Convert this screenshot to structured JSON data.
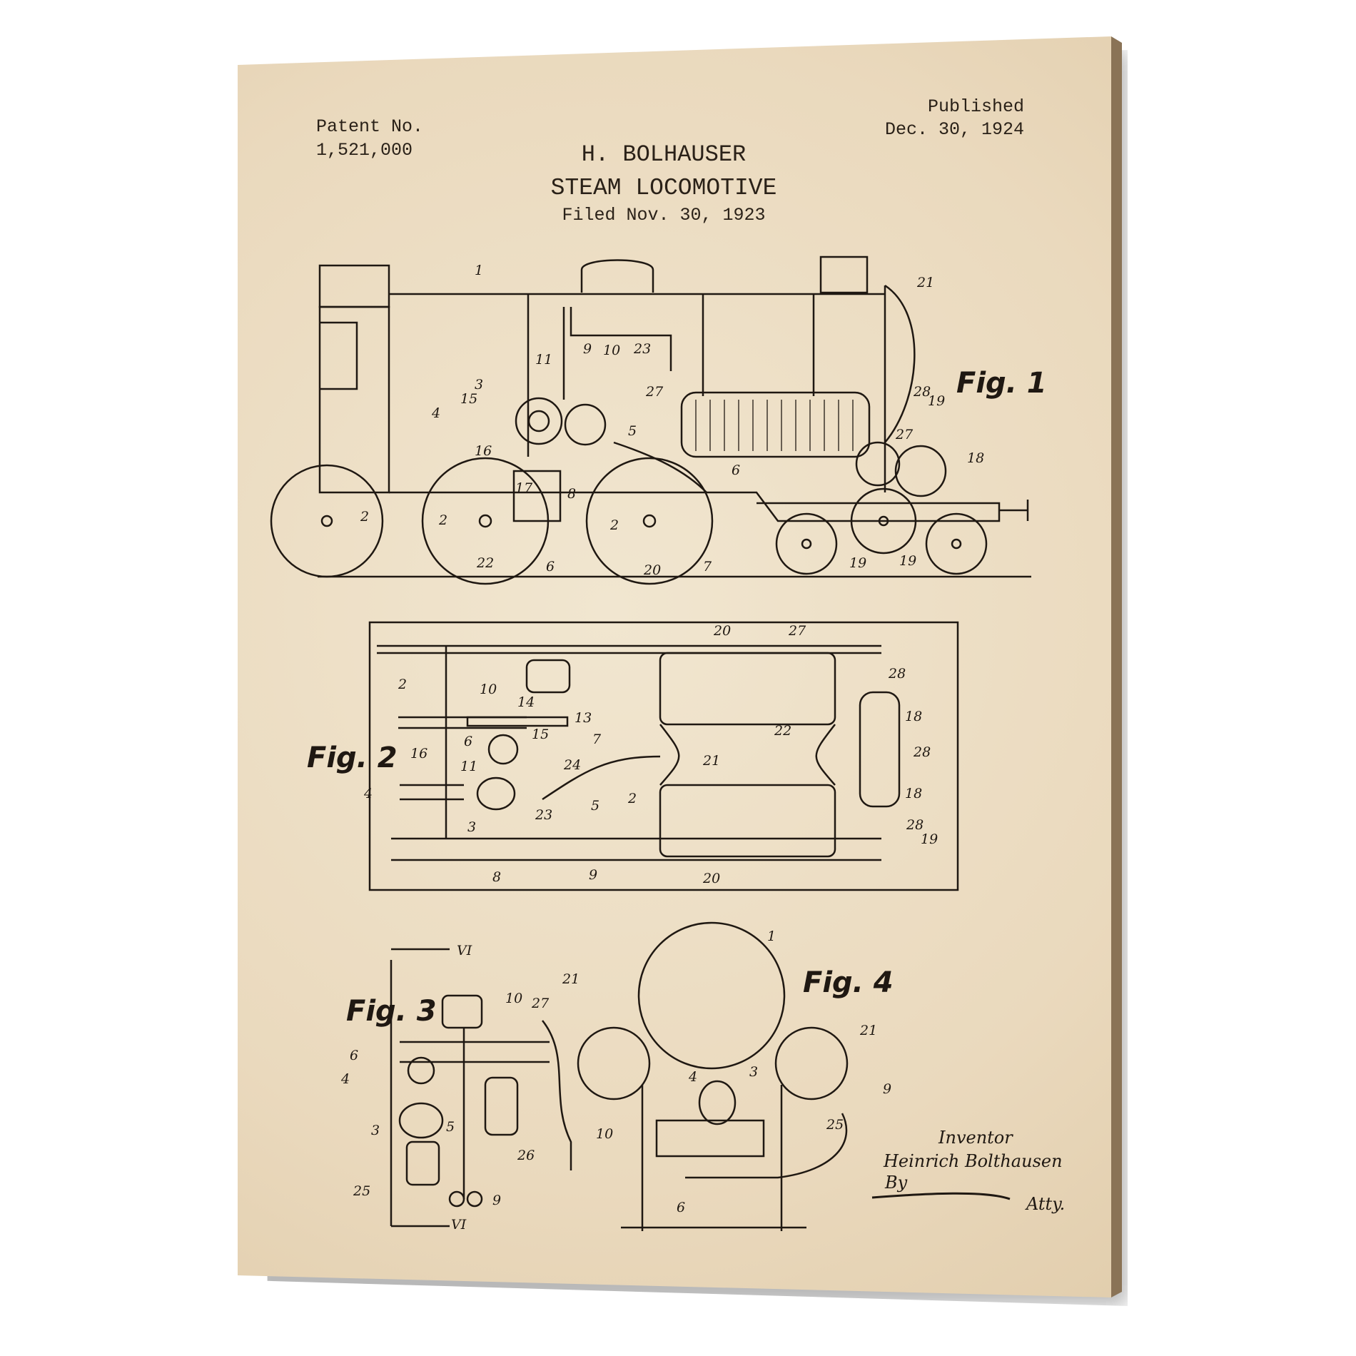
{
  "header": {
    "patent_label": "Patent No.",
    "patent_number": "1,521,000",
    "published_label": "Published",
    "published_date": "Dec. 30, 1924",
    "inventor": "H. BOLHAUSER",
    "invention": "STEAM LOCOMOTIVE",
    "filed": "Filed Nov. 30, 1923"
  },
  "figures": {
    "fig1": "Fig. 1",
    "fig2": "Fig. 2",
    "fig3": "Fig. 3",
    "fig4": "Fig. 4"
  },
  "reference_numerals": {
    "fig1": [
      "1",
      "21",
      "9",
      "10",
      "23",
      "11",
      "3",
      "15",
      "4",
      "16",
      "27",
      "5",
      "28",
      "19",
      "27",
      "18",
      "6",
      "17",
      "8",
      "2",
      "2",
      "2",
      "22",
      "6",
      "20",
      "7",
      "19",
      "19"
    ],
    "fig2": [
      "20",
      "27",
      "28",
      "2",
      "10",
      "14",
      "13",
      "18",
      "6",
      "15",
      "7",
      "22",
      "28",
      "16",
      "11",
      "24",
      "21",
      "4",
      "3",
      "5",
      "2",
      "23",
      "18",
      "28",
      "19",
      "8",
      "9",
      "20"
    ],
    "fig3": [
      "VI",
      "10",
      "27",
      "21",
      "6",
      "4",
      "3",
      "5",
      "26",
      "25",
      "9",
      "VI"
    ],
    "fig4": [
      "1",
      "21",
      "4",
      "3",
      "9",
      "25",
      "10",
      "6"
    ]
  },
  "signature": {
    "label": "Inventor",
    "name": "Heinrich Bolthausen",
    "by": "By",
    "attorney_suffix": "Atty."
  },
  "colors": {
    "paper": "#ead9bd",
    "ink": "#1f1812",
    "canvas_edge": "#8a7356"
  }
}
